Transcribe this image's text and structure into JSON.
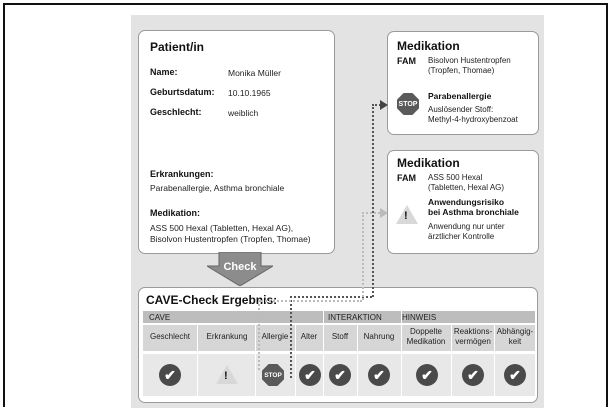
{
  "patient": {
    "title": "Patient/in",
    "name_label": "Name:",
    "name": "Monika Müller",
    "dob_label": "Geburtsdatum:",
    "dob": "10.10.1965",
    "sex_label": "Geschlecht:",
    "sex": "weiblich",
    "diseases_label": "Erkrankungen:",
    "diseases": "Parabenallergie, Asthma bronchiale",
    "medication_label": "Medikation:",
    "medication_line1": "ASS 500 Hexal (Tabletten, Hexal AG),",
    "medication_line2": "Bisolvon Hustentropfen (Tropfen, Thomae)"
  },
  "check_label": "Check",
  "med1": {
    "title": "Medikation",
    "fam": "FAM",
    "drug_line1": "Bisolvon Hustentropfen",
    "drug_line2": "(Tropfen, Thomae)",
    "stop": "STOP",
    "alert_title": "Parabenallergie",
    "alert_line1": "Auslösender Stoff:",
    "alert_line2": "Methyl-4-hydroxybenzoat"
  },
  "med2": {
    "title": "Medikation",
    "fam": "FAM",
    "drug_line1": "ASS 500 Hexal",
    "drug_line2": "(Tabletten, Hexal AG)",
    "warn": "!",
    "alert_title_line1": "Anwendungsrisiko",
    "alert_title_line2": "bei Asthma bronchiale",
    "alert_line1": "Anwendung nur unter",
    "alert_line2": "ärztlicher Kontrolle"
  },
  "result": {
    "title": "CAVE-Check Ergebnis:",
    "groups": {
      "cave": "CAVE",
      "interaktion": "INTERAKTION",
      "hinweis": "HINWEIS"
    },
    "columns": {
      "geschlecht": "Geschlecht",
      "erkrankung": "Erkrankung",
      "allergie": "Allergie",
      "alter": "Alter",
      "stoff": "Stoff",
      "nahrung": "Nahrung",
      "doppelte1": "Doppelte",
      "doppelte2": "Medikation",
      "reaktion1": "Reaktions-",
      "reaktion2": "vermögen",
      "abh1": "Abhängig-",
      "abh2": "keit"
    },
    "stop": "STOP",
    "warn": "!",
    "check": "✔"
  }
}
